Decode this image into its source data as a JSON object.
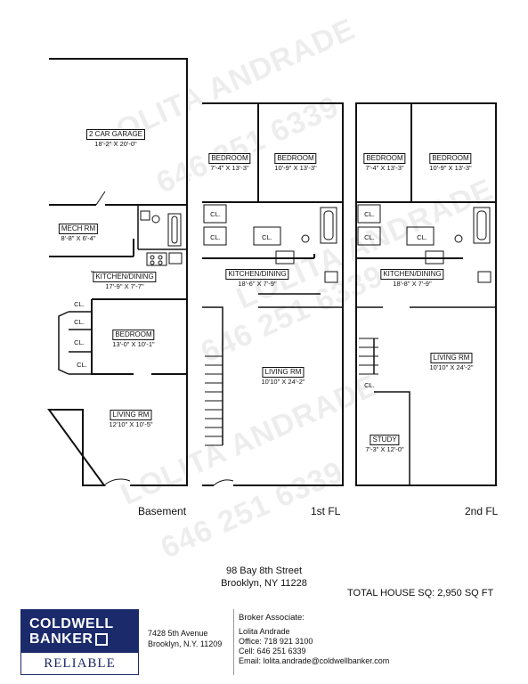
{
  "watermark": {
    "name": "LOLITA ANDRADE",
    "phone": "646 251 6339"
  },
  "floors": {
    "basement": {
      "caption": "Basement",
      "rooms": [
        {
          "name": "2 CAR GARAGE",
          "dim": "18'-2\" X 20'-0\""
        },
        {
          "name": "MECH RM",
          "dim": "8'-8\" X 6'-4\""
        },
        {
          "name": "KITCHEN/DINING",
          "dim": "17'-9\" X 7'-7\""
        },
        {
          "name": "BEDROOM",
          "dim": "13'-0\" X 10'-1\""
        },
        {
          "name": "LIVING RM",
          "dim": "12'10\" X 10'-5\""
        }
      ],
      "closets": [
        "CL.",
        "CL.",
        "CL.",
        "CL."
      ]
    },
    "first": {
      "caption": "1st FL",
      "rooms": [
        {
          "name": "BEDROOM",
          "dim": "7'-4\" X 13'-3\""
        },
        {
          "name": "BEDROOM",
          "dim": "10'-9\" X 13'-3\""
        },
        {
          "name": "KITCHEN/DINING",
          "dim": "18'-6\" X 7'-9\""
        },
        {
          "name": "LIVING RM",
          "dim": "10'10\" X 24'-2\""
        }
      ],
      "closets": [
        "CL.",
        "CL.",
        "CL."
      ]
    },
    "second": {
      "caption": "2nd FL",
      "rooms": [
        {
          "name": "BEDROOM",
          "dim": "7'-4\" X 13'-3\""
        },
        {
          "name": "BEDROOM",
          "dim": "10'-9\" X 13'-3\""
        },
        {
          "name": "KITCHEN/DINING",
          "dim": "18'-8\" X 7'-9\""
        },
        {
          "name": "LIVING RM",
          "dim": "10'10\" X 24'-2\""
        },
        {
          "name": "STUDY",
          "dim": "7'-3\" X 12'-0\""
        }
      ],
      "closets": [
        "CL.",
        "CL.",
        "CL.",
        "CL."
      ]
    }
  },
  "address": {
    "line1": "98 Bay 8th Street",
    "line2": "Brooklyn, NY 11228"
  },
  "total": "TOTAL HOUSE SQ: 2,950 SQ FT",
  "logo": {
    "line1": "COLDWELL",
    "line2": "BANKER",
    "tagline": "RELIABLE"
  },
  "office": {
    "line1": "7428 5th Avenue",
    "line2": "Brooklyn, N.Y. 11209"
  },
  "broker": {
    "heading": "Broker Associate:",
    "name": "Lolita Andrade",
    "office": "Office: 718 921 3100",
    "cell": "Cell: 646 251 6339",
    "email": "Email: lolita.andrade@coldwellbanker.com"
  }
}
